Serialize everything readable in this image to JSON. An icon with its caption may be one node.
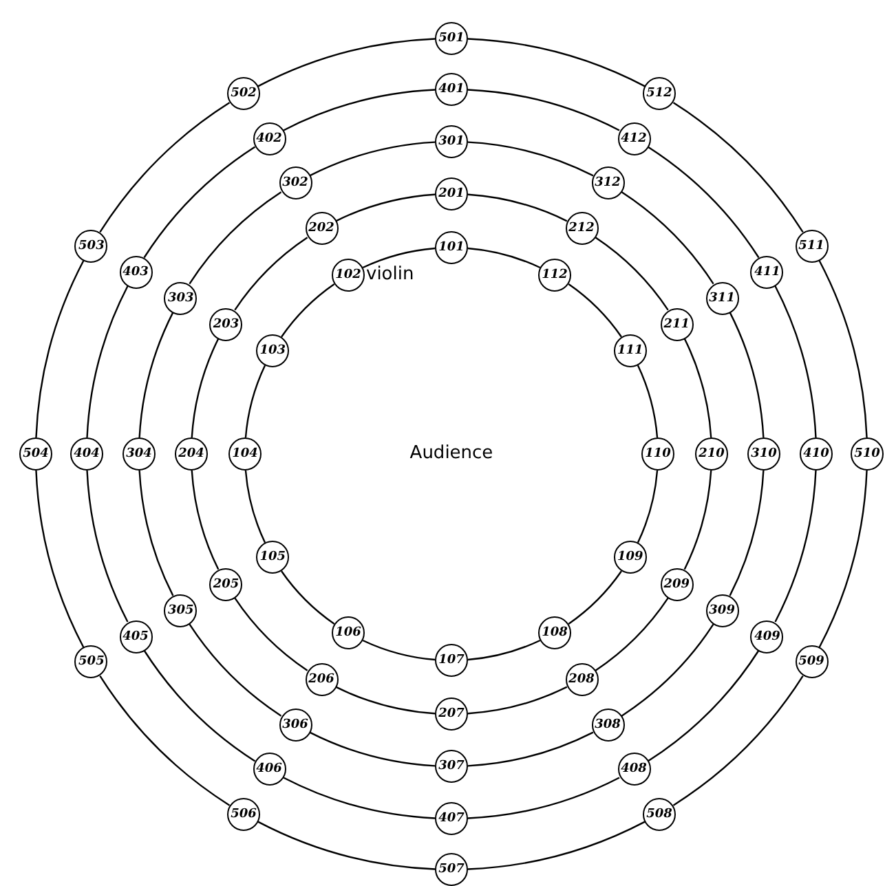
{
  "diagram": {
    "nodes": [
      {
        "text": [
          "101"
        ]
      },
      {
        "text": [
          "102"
        ],
        "beside": [
          "violin"
        ]
      },
      {
        "text": [
          "103"
        ]
      },
      {
        "text": [
          "104"
        ]
      },
      {
        "text": [
          "105"
        ]
      },
      {
        "text": [
          "106"
        ]
      },
      {
        "text": [
          "107"
        ]
      },
      {
        "text": [
          "108"
        ]
      },
      {
        "text": [
          "109"
        ]
      },
      {
        "text": [
          "110"
        ]
      },
      {
        "text": [
          "111"
        ]
      },
      {
        "text": [
          "112"
        ]
      },
      {
        "text": [
          "201"
        ]
      },
      {
        "text": [
          "202"
        ]
      },
      {
        "text": [
          "203"
        ]
      },
      {
        "text": [
          "204"
        ]
      },
      {
        "text": [
          "205"
        ]
      },
      {
        "text": [
          "206"
        ]
      },
      {
        "text": [
          "207"
        ]
      },
      {
        "text": [
          "208"
        ]
      },
      {
        "text": [
          "209"
        ]
      },
      {
        "text": [
          "210"
        ]
      },
      {
        "text": [
          "211"
        ]
      },
      {
        "text": [
          "212"
        ]
      },
      {
        "text": [
          "301"
        ]
      },
      {
        "text": [
          "302"
        ]
      },
      {
        "text": [
          "303"
        ]
      },
      {
        "text": [
          "304"
        ]
      },
      {
        "text": [
          "305"
        ]
      },
      {
        "text": [
          "306"
        ]
      },
      {
        "text": [
          "307"
        ]
      },
      {
        "text": [
          "308"
        ]
      },
      {
        "text": [
          "309"
        ]
      },
      {
        "text": [
          "310"
        ]
      },
      {
        "text": [
          "311"
        ]
      },
      {
        "text": [
          "312"
        ]
      },
      {
        "text": [
          "401"
        ]
      },
      {
        "text": [
          "402"
        ]
      },
      {
        "text": [
          "403"
        ]
      },
      {
        "text": [
          "404"
        ]
      },
      {
        "text": [
          "405"
        ]
      },
      {
        "text": [
          "406"
        ]
      },
      {
        "text": [
          "407"
        ]
      },
      {
        "text": [
          "408"
        ]
      },
      {
        "text": [
          "409"
        ]
      },
      {
        "text": [
          "410"
        ]
      },
      {
        "text": [
          "411"
        ]
      },
      {
        "text": [
          "412"
        ]
      },
      {
        "text": [
          "501"
        ]
      },
      {
        "text": [
          "502"
        ]
      },
      {
        "text": [
          "503"
        ]
      },
      {
        "text": [
          "504"
        ]
      },
      {
        "text": [
          "505"
        ]
      },
      {
        "text": [
          "506"
        ]
      },
      {
        "text": [
          "507"
        ]
      },
      {
        "text": [
          "508"
        ]
      },
      {
        "text": [
          "509"
        ]
      },
      {
        "text": [
          "510"
        ]
      },
      {
        "text": [
          "511"
        ]
      },
      {
        "text": [
          "512"
        ]
      }
    ],
    "edges": [
      {
        "from": 0,
        "to": 1,
        "arrow": "none"
      },
      {
        "from": 1,
        "to": 2,
        "arrow": "none"
      },
      {
        "from": 2,
        "to": 3,
        "arrow": "none"
      },
      {
        "from": 3,
        "to": 4,
        "arrow": "none"
      },
      {
        "from": 4,
        "to": 5,
        "arrow": "none"
      },
      {
        "from": 5,
        "to": 6,
        "arrow": "none"
      },
      {
        "from": 6,
        "to": 7,
        "arrow": "none"
      },
      {
        "from": 7,
        "to": 8,
        "arrow": "none"
      },
      {
        "from": 8,
        "to": 9,
        "arrow": "none"
      },
      {
        "from": 9,
        "to": 10,
        "arrow": "none"
      },
      {
        "from": 10,
        "to": 11,
        "arrow": "none"
      },
      {
        "from": 11,
        "to": 0,
        "arrow": "none"
      },
      {
        "from": 12,
        "to": 13,
        "arrow": "none"
      },
      {
        "from": 13,
        "to": 14,
        "arrow": "none"
      },
      {
        "from": 14,
        "to": 15,
        "arrow": "none"
      },
      {
        "from": 15,
        "to": 16,
        "arrow": "none"
      },
      {
        "from": 16,
        "to": 17,
        "arrow": "none"
      },
      {
        "from": 17,
        "to": 18,
        "arrow": "none"
      },
      {
        "from": 18,
        "to": 19,
        "arrow": "none"
      },
      {
        "from": 19,
        "to": 20,
        "arrow": "none"
      },
      {
        "from": 20,
        "to": 21,
        "arrow": "none"
      },
      {
        "from": 21,
        "to": 22,
        "arrow": "none"
      },
      {
        "from": 22,
        "to": 23,
        "arrow": "none"
      },
      {
        "from": 23,
        "to": 12,
        "arrow": "none"
      },
      {
        "from": 24,
        "to": 25,
        "arrow": "none"
      },
      {
        "from": 25,
        "to": 26,
        "arrow": "none"
      },
      {
        "from": 26,
        "to": 27,
        "arrow": "none"
      },
      {
        "from": 27,
        "to": 28,
        "arrow": "none"
      },
      {
        "from": 28,
        "to": 29,
        "arrow": "none"
      },
      {
        "from": 29,
        "to": 30,
        "arrow": "none"
      },
      {
        "from": 30,
        "to": 31,
        "arrow": "none"
      },
      {
        "from": 31,
        "to": 32,
        "arrow": "none"
      },
      {
        "from": 32,
        "to": 33,
        "arrow": "none"
      },
      {
        "from": 33,
        "to": 34,
        "arrow": "none"
      },
      {
        "from": 34,
        "to": 35,
        "arrow": "none"
      },
      {
        "from": 35,
        "to": 24,
        "arrow": "none"
      },
      {
        "from": 36,
        "to": 37,
        "arrow": "none"
      },
      {
        "from": 37,
        "to": 38,
        "arrow": "none"
      },
      {
        "from": 38,
        "to": 39,
        "arrow": "none"
      },
      {
        "from": 39,
        "to": 40,
        "arrow": "none"
      },
      {
        "from": 40,
        "to": 41,
        "arrow": "none"
      },
      {
        "from": 41,
        "to": 42,
        "arrow": "none"
      },
      {
        "from": 42,
        "to": 43,
        "arrow": "none"
      },
      {
        "from": 43,
        "to": 44,
        "arrow": "none"
      },
      {
        "from": 44,
        "to": 45,
        "arrow": "none"
      },
      {
        "from": 45,
        "to": 46,
        "arrow": "none"
      },
      {
        "from": 46,
        "to": 47,
        "arrow": "none"
      },
      {
        "from": 47,
        "to": 36,
        "arrow": "none"
      },
      {
        "from": 48,
        "to": 49,
        "arrow": "none"
      },
      {
        "from": 49,
        "to": 50,
        "arrow": "none"
      },
      {
        "from": 50,
        "to": 51,
        "arrow": "none"
      },
      {
        "from": 51,
        "to": 52,
        "arrow": "none"
      },
      {
        "from": 52,
        "to": 53,
        "arrow": "none"
      },
      {
        "from": 53,
        "to": 54,
        "arrow": "none"
      },
      {
        "from": 54,
        "to": 55,
        "arrow": "none"
      },
      {
        "from": 55,
        "to": 56,
        "arrow": "none"
      },
      {
        "from": 56,
        "to": 57,
        "arrow": "none"
      },
      {
        "from": 57,
        "to": 58,
        "arrow": "none"
      },
      {
        "from": 58,
        "to": 59,
        "arrow": "none"
      },
      {
        "from": 59,
        "to": 48,
        "arrow": "none"
      }
    ],
    "labels": [
      "Audience"
    ]
  }
}
